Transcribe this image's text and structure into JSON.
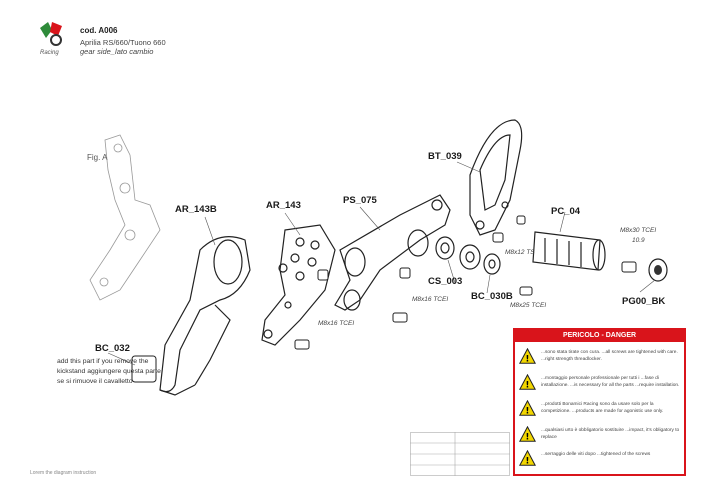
{
  "header": {
    "code": "cod. A006",
    "model": "Aprilia RS/660/Tuono 660",
    "side": "gear side_lato cambio",
    "brand": "Racing"
  },
  "figure_label": "Fig. A",
  "parts": {
    "ar_143b": "AR_143B",
    "ar_143": "AR_143",
    "ps_075": "PS_075",
    "bt_039": "BT_039",
    "pc_04": "PC_04",
    "cs_003": "CS_003",
    "bc_030b": "BC_030B",
    "pg00_bk": "PG00_BK",
    "bc_032": "BC_032"
  },
  "screws": {
    "m8x16_a": "M8x16 TCEI",
    "m8x16_b": "M8x16 TCEI",
    "m8x25": "M8x25 TCEI",
    "m8x12": "M8x12 TS",
    "m8x30": "M8x30 TCEI",
    "torque": "10.9"
  },
  "note": "add this part if you remove the kickstand aggiungere questa parte se si rimuove il cavalletto",
  "footer": "Lorem the diagram instruction",
  "danger": {
    "title": "PERICOLO - DANGER",
    "rows": [
      "...sono stata tirate con cura. ...all screws are tightened with care. ...right strength threadlocker.",
      "...montaggio personale professionale per tutti i ...fase di installazione. ...is necessary for all the parts ...require installation.",
      "...prodotti Bonamici Racing sono da usare solo per la competizione. ...products are made for agonistic use only.",
      "...qualsiasi urto è obbligatorio sostituire ...impact, it's obligatory to replace",
      "...serraggio delle viti dopo ...tightened of the screws"
    ],
    "colors": {
      "red": "#d9141b",
      "yellow": "#f2d600",
      "green": "#2e8b3a"
    }
  }
}
